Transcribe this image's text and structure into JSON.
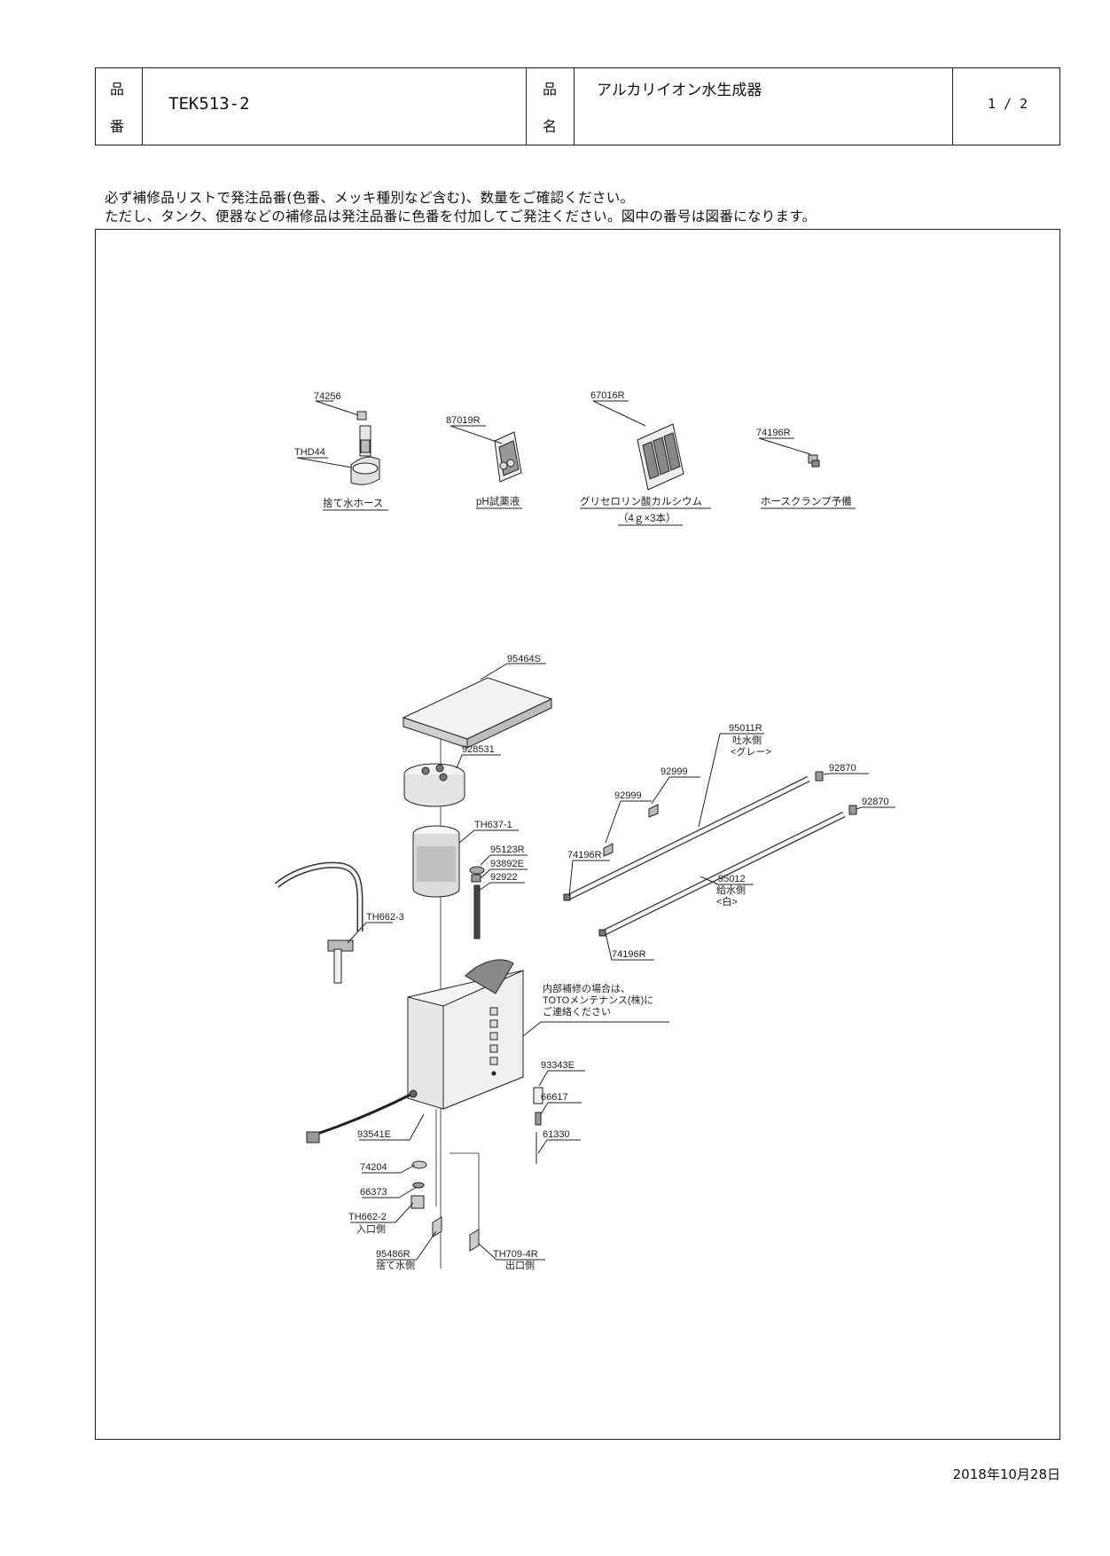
{
  "header": {
    "part_no_label_1": "品",
    "part_no_label_2": "番",
    "part_no": "TEK513-2",
    "name_label_1": "品",
    "name_label_2": "名",
    "product_name": "アルカリイオン水生成器",
    "page": "1 / 2"
  },
  "notice": {
    "line1": "必ず補修品リストで発注品番(色番、メッキ種別など含む)、数量をご確認ください。",
    "line2": "ただし、タンク、便器などの補修品は発注品番に色番を付加してご発注ください。図中の番号は図番になります。"
  },
  "diagram": {
    "parts": {
      "p74256": "74256",
      "pTHD44": "THD44",
      "p87019R": "87019R",
      "p67016R": "67016R",
      "p74196R_a": "74196R",
      "p95464S": "95464S",
      "p928531": "928531",
      "pTH637": "TH637-1",
      "p95123R": "95123R",
      "p93892E": "93892E",
      "p92922": "92922",
      "pTH662_3": "TH662-3",
      "p95011R": "95011R",
      "p92999_a": "92999",
      "p92999_b": "92999",
      "p92870_a": "92870",
      "p92870_b": "92870",
      "p74196R_b": "74196R",
      "p95012": "95012",
      "p74196R_c": "74196R",
      "p93343E": "93343E",
      "p66617": "66617",
      "p61330": "61330",
      "p93541E": "93541E",
      "p74204": "74204",
      "p66373": "66373",
      "pTH662_2": "TH662-2",
      "p95486R": "95486R",
      "pTH709": "TH709-4R"
    },
    "captions": {
      "hose": "捨て水ホース",
      "ph": "pH試薬液",
      "glycero": "グリセロリン酸カルシウム",
      "glycero_qty": "（4ｇ×3本）",
      "clamp": "ホースクランプ予備",
      "discharge_side": "吐水側",
      "gray": "<グレー>",
      "supply_side": "給水側",
      "white": "<白>",
      "inlet_side": "入口側",
      "waste_side": "捨て水側",
      "outlet_side": "出口側",
      "internal_1": "内部補修の場合は、",
      "internal_2": "TOTOメンテナンス(株)に",
      "internal_3": "ご連絡ください"
    }
  },
  "date": "2018年10月28日"
}
